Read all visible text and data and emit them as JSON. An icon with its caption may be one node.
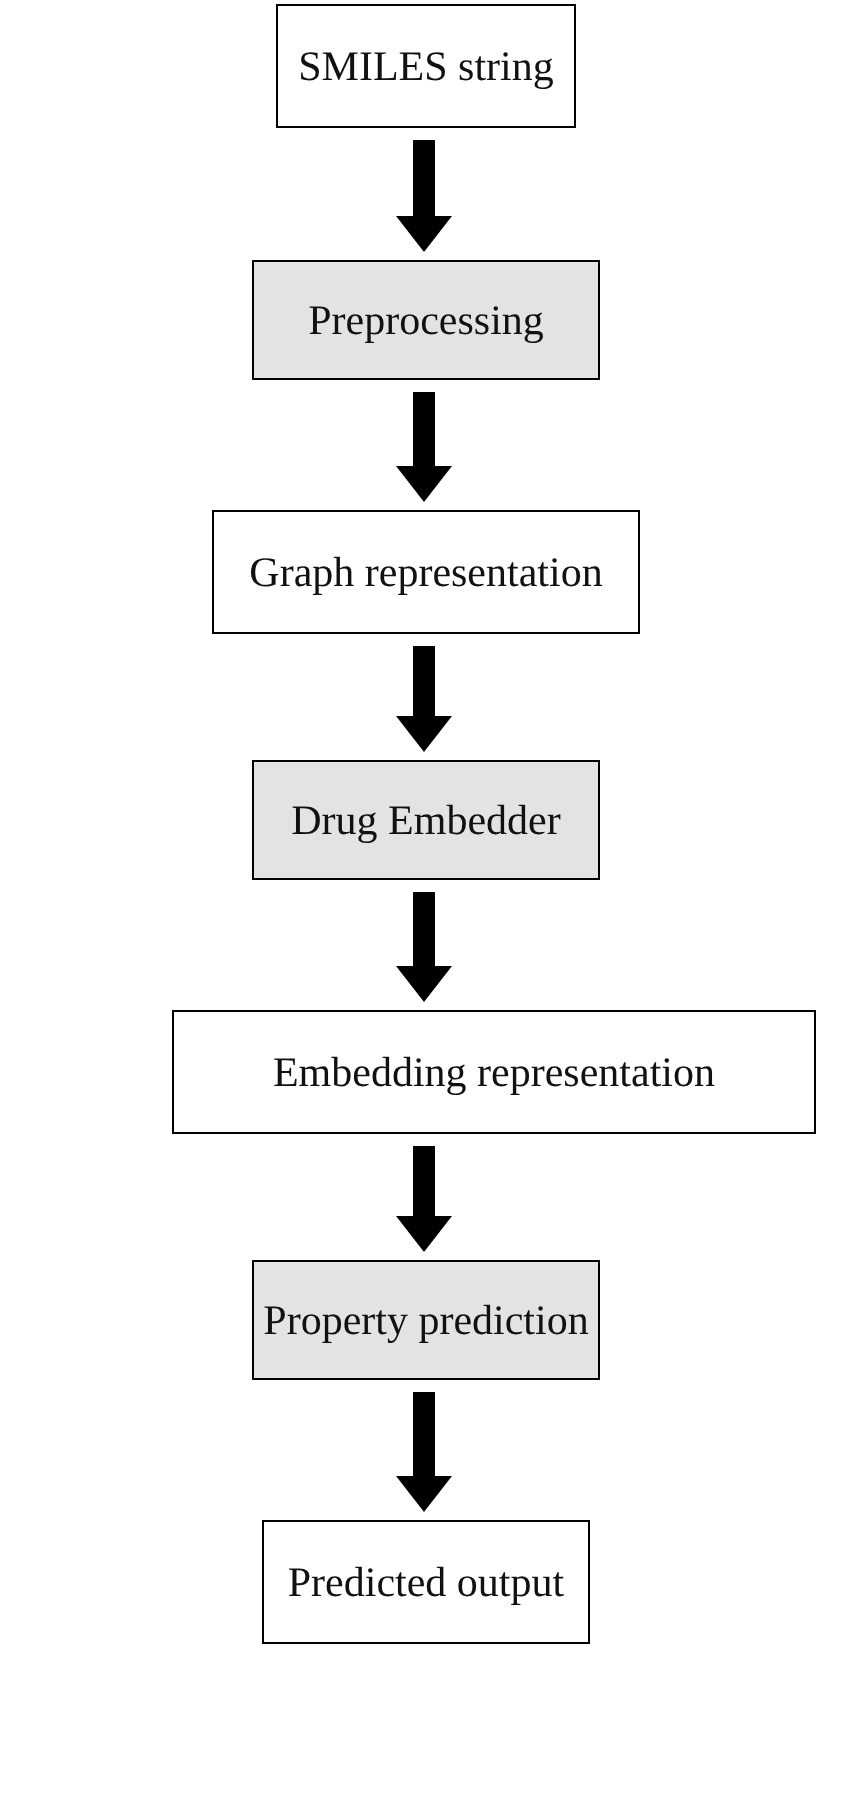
{
  "diagram": {
    "nodes": [
      {
        "text": [
          "SMILES string"
        ]
      },
      {
        "text": [
          "Preprocessing"
        ]
      },
      {
        "text": [
          "Graph representation"
        ]
      },
      {
        "text": [
          "Drug Embedder"
        ]
      },
      {
        "text": [
          "Embedding representation"
        ]
      },
      {
        "text": [
          "Property prediction"
        ]
      },
      {
        "text": [
          "Predicted output"
        ]
      }
    ],
    "edges": [
      {
        "from": 0,
        "to": 1,
        "arrow": "to"
      },
      {
        "from": 1,
        "to": 2,
        "arrow": "to"
      },
      {
        "from": 2,
        "to": 3,
        "arrow": "to"
      },
      {
        "from": 3,
        "to": 4,
        "arrow": "to"
      },
      {
        "from": 4,
        "to": 5,
        "arrow": "to"
      },
      {
        "from": 5,
        "to": 6,
        "arrow": "to"
      }
    ]
  }
}
